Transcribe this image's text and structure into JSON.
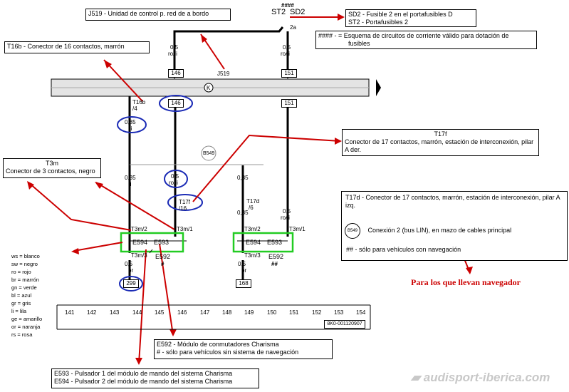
{
  "diagram": {
    "header_top": "####",
    "st2_label": "ST2",
    "sd2_label": "SD2",
    "sd2_pin": "2a",
    "j519_label": "J519",
    "wires": {
      "w146_top": {
        "size": "0,5",
        "color": "ro/li",
        "conn": "146"
      },
      "w151_top": {
        "size": "0,5",
        "color": "ro/li",
        "conn": "151"
      },
      "t16b": {
        "name": "T16b",
        "pin": "/4",
        "size": "0,35",
        "color": "li"
      },
      "w146_mid": {
        "conn": "146",
        "size": "0,5",
        "color": "ro/li"
      },
      "w151_mid": {
        "conn": "151"
      },
      "b549": "B549",
      "left_lower": {
        "size": "0,35",
        "color": "li"
      },
      "mid_lower": {
        "size": "0,5",
        "color": "ro/li"
      },
      "t17f": {
        "name": "T17f",
        "pin": "/16"
      },
      "right_lower": {
        "size": "0,35",
        "color": "li"
      },
      "t17d": {
        "name": "T17d",
        "pin": "/6",
        "size": "0,35",
        "color": "li"
      },
      "far_right": {
        "size": "0,5",
        "color": "ro/li"
      }
    },
    "connectors": {
      "t3m2_left": "T3m/2",
      "t3m1_left": "T3m/1",
      "t3m3_left": "T3m/3",
      "t3m2_right": "T3m/2",
      "t3m1_right": "T3m/1",
      "t3m3_right": "T3m/3"
    },
    "switch_left": {
      "e594": "E594",
      "e593": "E593"
    },
    "switch_right": {
      "e594": "E594",
      "e593": "E593"
    },
    "e592_left": "E592",
    "e592_left_mark": "#",
    "e592_right": "E592",
    "e592_right_mark": "##",
    "bottom_left": {
      "size": "0,5",
      "color": "br",
      "conn": "299"
    },
    "bottom_right": {
      "size": "0,5",
      "color": "br",
      "conn": "168"
    },
    "scale": [
      "141",
      "142",
      "143",
      "144",
      "145",
      "146",
      "147",
      "148",
      "149",
      "150",
      "151",
      "152",
      "153",
      "154"
    ],
    "doc_number": "8K0-001120907"
  },
  "callouts": {
    "j519": "J519   -  Unidad de control p. red de a bordo",
    "t16b": "T16b    -  Conector de 16 contactos, marrón",
    "sd2_line1": "SD2     -  Fusible 2 en el portafusibles D",
    "sd2_line2": "ST2     -  Portafusibles 2",
    "hash_line1": "####   -  = Esquema de circuitos de corriente válido para dotación de",
    "hash_line2": "fusibles",
    "t17f_title": "T17f",
    "t17f_text": "Conector de 17 contactos, marrón, estación de interconexión, pilar A der.",
    "t3m_title": "T3m",
    "t3m_text": "Conector de 3 contactos, negro",
    "t17d_text": "T17d   -   Conector de 17 contactos, marrón, estación de interconexión, pilar A izq.",
    "b549_text": "Conexión 2 (bus LIN), en mazo de cables principal",
    "b549_symbol": "B549",
    "hashhash_text": "##       -   sólo para vehículos con navegación",
    "e592_line1": "E592    -   Módulo de conmutadores Charisma",
    "e592_line2": "#           -   sólo para vehículos sin sistema de navegación",
    "e593_line": "E593   -   Pulsador 1 del módulo de mando del sistema Charisma",
    "e594_line": "E594   -   Pulsador 2 del módulo de mando del sistema Charisma",
    "navegador": "Para los que llevan navegador"
  },
  "legend": [
    "ws  =  blanco",
    "sw  =  negro",
    "ro  =  rojo",
    "br  =  marrón",
    "gn  =  verde",
    "bl   =  azul",
    "gr  =  gris",
    "li    =  lila",
    "ge  =  amarillo",
    "or  =  naranja",
    "rs   =  rosa"
  ],
  "watermark": "audisport-iberica.com",
  "colors": {
    "arrow": "#cc0000",
    "highlight_circle": "#1a2ab5",
    "highlight_box": "#22cc22"
  }
}
